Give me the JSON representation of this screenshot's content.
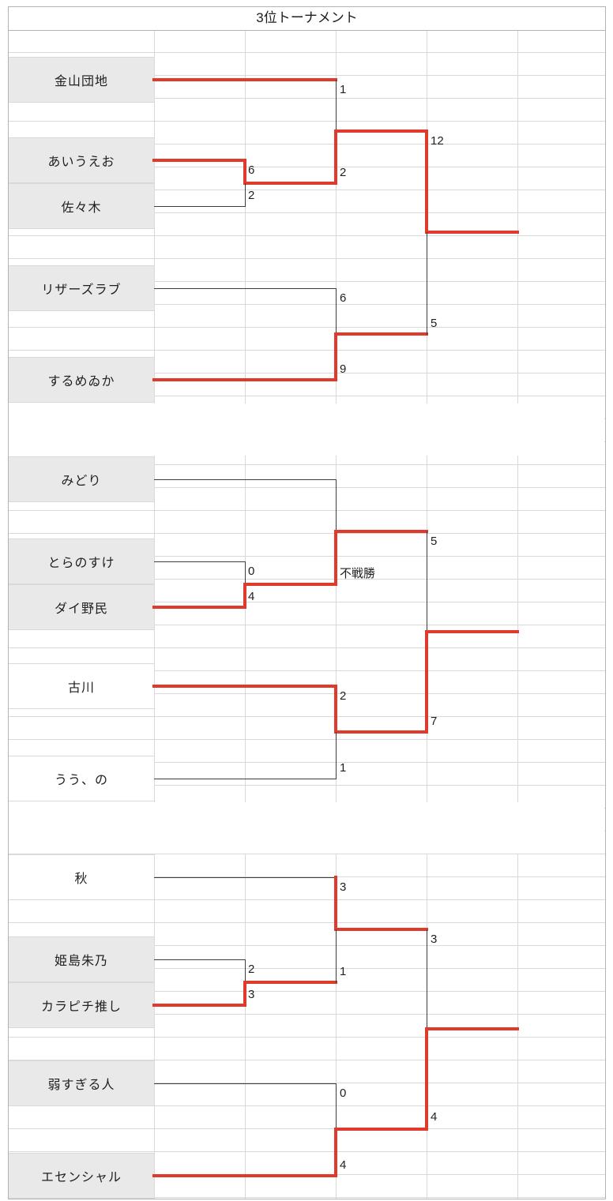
{
  "title": "3位トーナメント",
  "colors": {
    "accent_red": "#e03a2c",
    "bracket_line": "#3d3d3d",
    "gridline": "#d9d9d9",
    "cell_fill": "#e9e9e9",
    "sheet_border": "#b3b3b3",
    "text": "#1f1f1f"
  },
  "teams": [
    {
      "name": "金山団地",
      "shaded": true
    },
    {
      "name": "あいうえお",
      "shaded": true
    },
    {
      "name": "佐々木",
      "shaded": true
    },
    {
      "name": "リザーズラブ",
      "shaded": true
    },
    {
      "name": "するめゐか",
      "shaded": true
    },
    {
      "name": "みどり",
      "shaded": true
    },
    {
      "name": "とらのすけ",
      "shaded": true
    },
    {
      "name": "ダイ野民",
      "shaded": true
    },
    {
      "name": "古川",
      "shaded": false
    },
    {
      "name": "うう、の",
      "shaded": false
    },
    {
      "name": "秋",
      "shaded": false
    },
    {
      "name": "姫島朱乃",
      "shaded": true
    },
    {
      "name": "カラピチ推し",
      "shaded": true
    },
    {
      "name": "弱すぎる人",
      "shaded": true
    },
    {
      "name": "エセンシャル",
      "shaded": true
    }
  ],
  "scores": {
    "top_bracket": {
      "m1_top": "6",
      "m1_bottom": "2",
      "m2_top": "1",
      "m2_bottom": "2",
      "m3_top": "6",
      "m3_bottom": "9",
      "final_top": "12",
      "final_bottom": "5"
    },
    "middle_bracket": {
      "m1_top": "0",
      "m1_bottom": "4",
      "m2_bottom": "不戦勝",
      "m3_top": "2",
      "m3_bottom": "1",
      "final_top": "5",
      "final_bottom": "7"
    },
    "bottom_bracket": {
      "m1_top": "2",
      "m1_bottom": "3",
      "m2_top": "3",
      "m2_bottom": "1",
      "m3_top": "0",
      "m3_bottom": "4",
      "final_top": "3",
      "final_bottom": "4"
    }
  }
}
